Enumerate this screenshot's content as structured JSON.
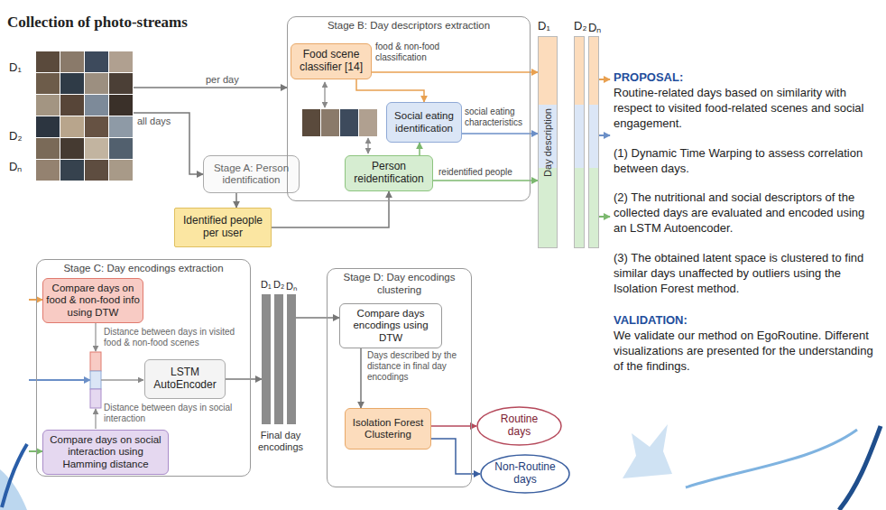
{
  "diagram": {
    "nodes": [
      {
        "text": [
          "Collection of photo-streams",
          "D₁",
          "D₂",
          "Dₙ"
        ]
      },
      {
        "text": [
          "Stage A: Person identification"
        ]
      },
      {
        "text": [
          "Identified people per user"
        ]
      },
      {
        "text": [
          "Stage B: Day descriptors extraction"
        ]
      },
      {
        "text": [
          "Food scene classifier [14]"
        ],
        "in": 3
      },
      {
        "text": [
          "Social eating identification"
        ],
        "in": 3
      },
      {
        "text": [
          "Person reidentification"
        ],
        "in": 3
      },
      {
        "text": [
          "D₁",
          "Day description"
        ]
      },
      {
        "text": [
          "D₂"
        ]
      },
      {
        "text": [
          "Dₙ"
        ]
      },
      {
        "text": [
          "Stage C: Day encodings extraction"
        ]
      },
      {
        "text": [
          "Compare days on food & non-food info using DTW"
        ],
        "in": 10
      },
      {
        "text": [
          "LSTM AutoEncoder"
        ],
        "in": 10
      },
      {
        "text": [
          "Compare days on social interaction using Hamming distance"
        ],
        "in": 10
      },
      {
        "text": [
          "D₁"
        ]
      },
      {
        "text": [
          "D₂"
        ]
      },
      {
        "text": [
          "Dₙ"
        ]
      },
      {
        "text": [
          "Stage D: Day encodings clustering"
        ]
      },
      {
        "text": [
          "Compare days encodings using DTW"
        ],
        "in": 17
      },
      {
        "text": [
          "Isolation Forest Clustering"
        ],
        "in": 17
      },
      {
        "text": [
          "Routine days"
        ]
      },
      {
        "text": [
          "Non-Routine days"
        ]
      }
    ],
    "edges": [
      {
        "from": 0,
        "to": 1,
        "label": "all days",
        "arrow": "to"
      },
      {
        "from": 0,
        "to": 3,
        "label": "per day",
        "arrow": "to"
      },
      {
        "from": 1,
        "to": 2,
        "arrow": "to"
      },
      {
        "from": 2,
        "to": 6,
        "arrow": "to"
      },
      {
        "from": 4,
        "to": 7,
        "label": "food & non-food classification",
        "arrow": "to"
      },
      {
        "from": 4,
        "to": 5,
        "arrow": "to"
      },
      {
        "from": 6,
        "to": 5,
        "arrow": "to"
      },
      {
        "from": 5,
        "to": 7,
        "label": "social eating characteristics",
        "arrow": "to"
      },
      {
        "from": 6,
        "to": 7,
        "label": "reidentified people",
        "arrow": "to"
      },
      {
        "from": 12,
        "to": 14,
        "arrow": "to"
      },
      {
        "from": 16,
        "to": 18,
        "arrow": "to"
      },
      {
        "from": 18,
        "to": 19,
        "label": "Days described by the distance in final day encodings",
        "arrow": "to"
      },
      {
        "from": 19,
        "to": 20,
        "arrow": "to"
      },
      {
        "from": 19,
        "to": 21,
        "arrow": "to"
      }
    ],
    "labels": [
      "Distance between days in visited food & non-food scenes",
      "Distance between days in social interaction",
      "Final day encodings",
      "PROPOSAL:",
      "Routine-related days based on similarity with respect to visited food-related scenes and social engagement.",
      "(1) Dynamic Time Warping to assess correlation between days.",
      "(2) The nutritional and social descriptors of the collected days are evaluated and encoded using an LSTM Autoencoder.",
      "(3) The obtained latent space is clustered to find similar days unaffected by outliers using the Isolation Forest method.",
      "VALIDATION:",
      "We validate our method on EgoRoutine. Different visualizations are presented for the understanding of the findings."
    ]
  }
}
